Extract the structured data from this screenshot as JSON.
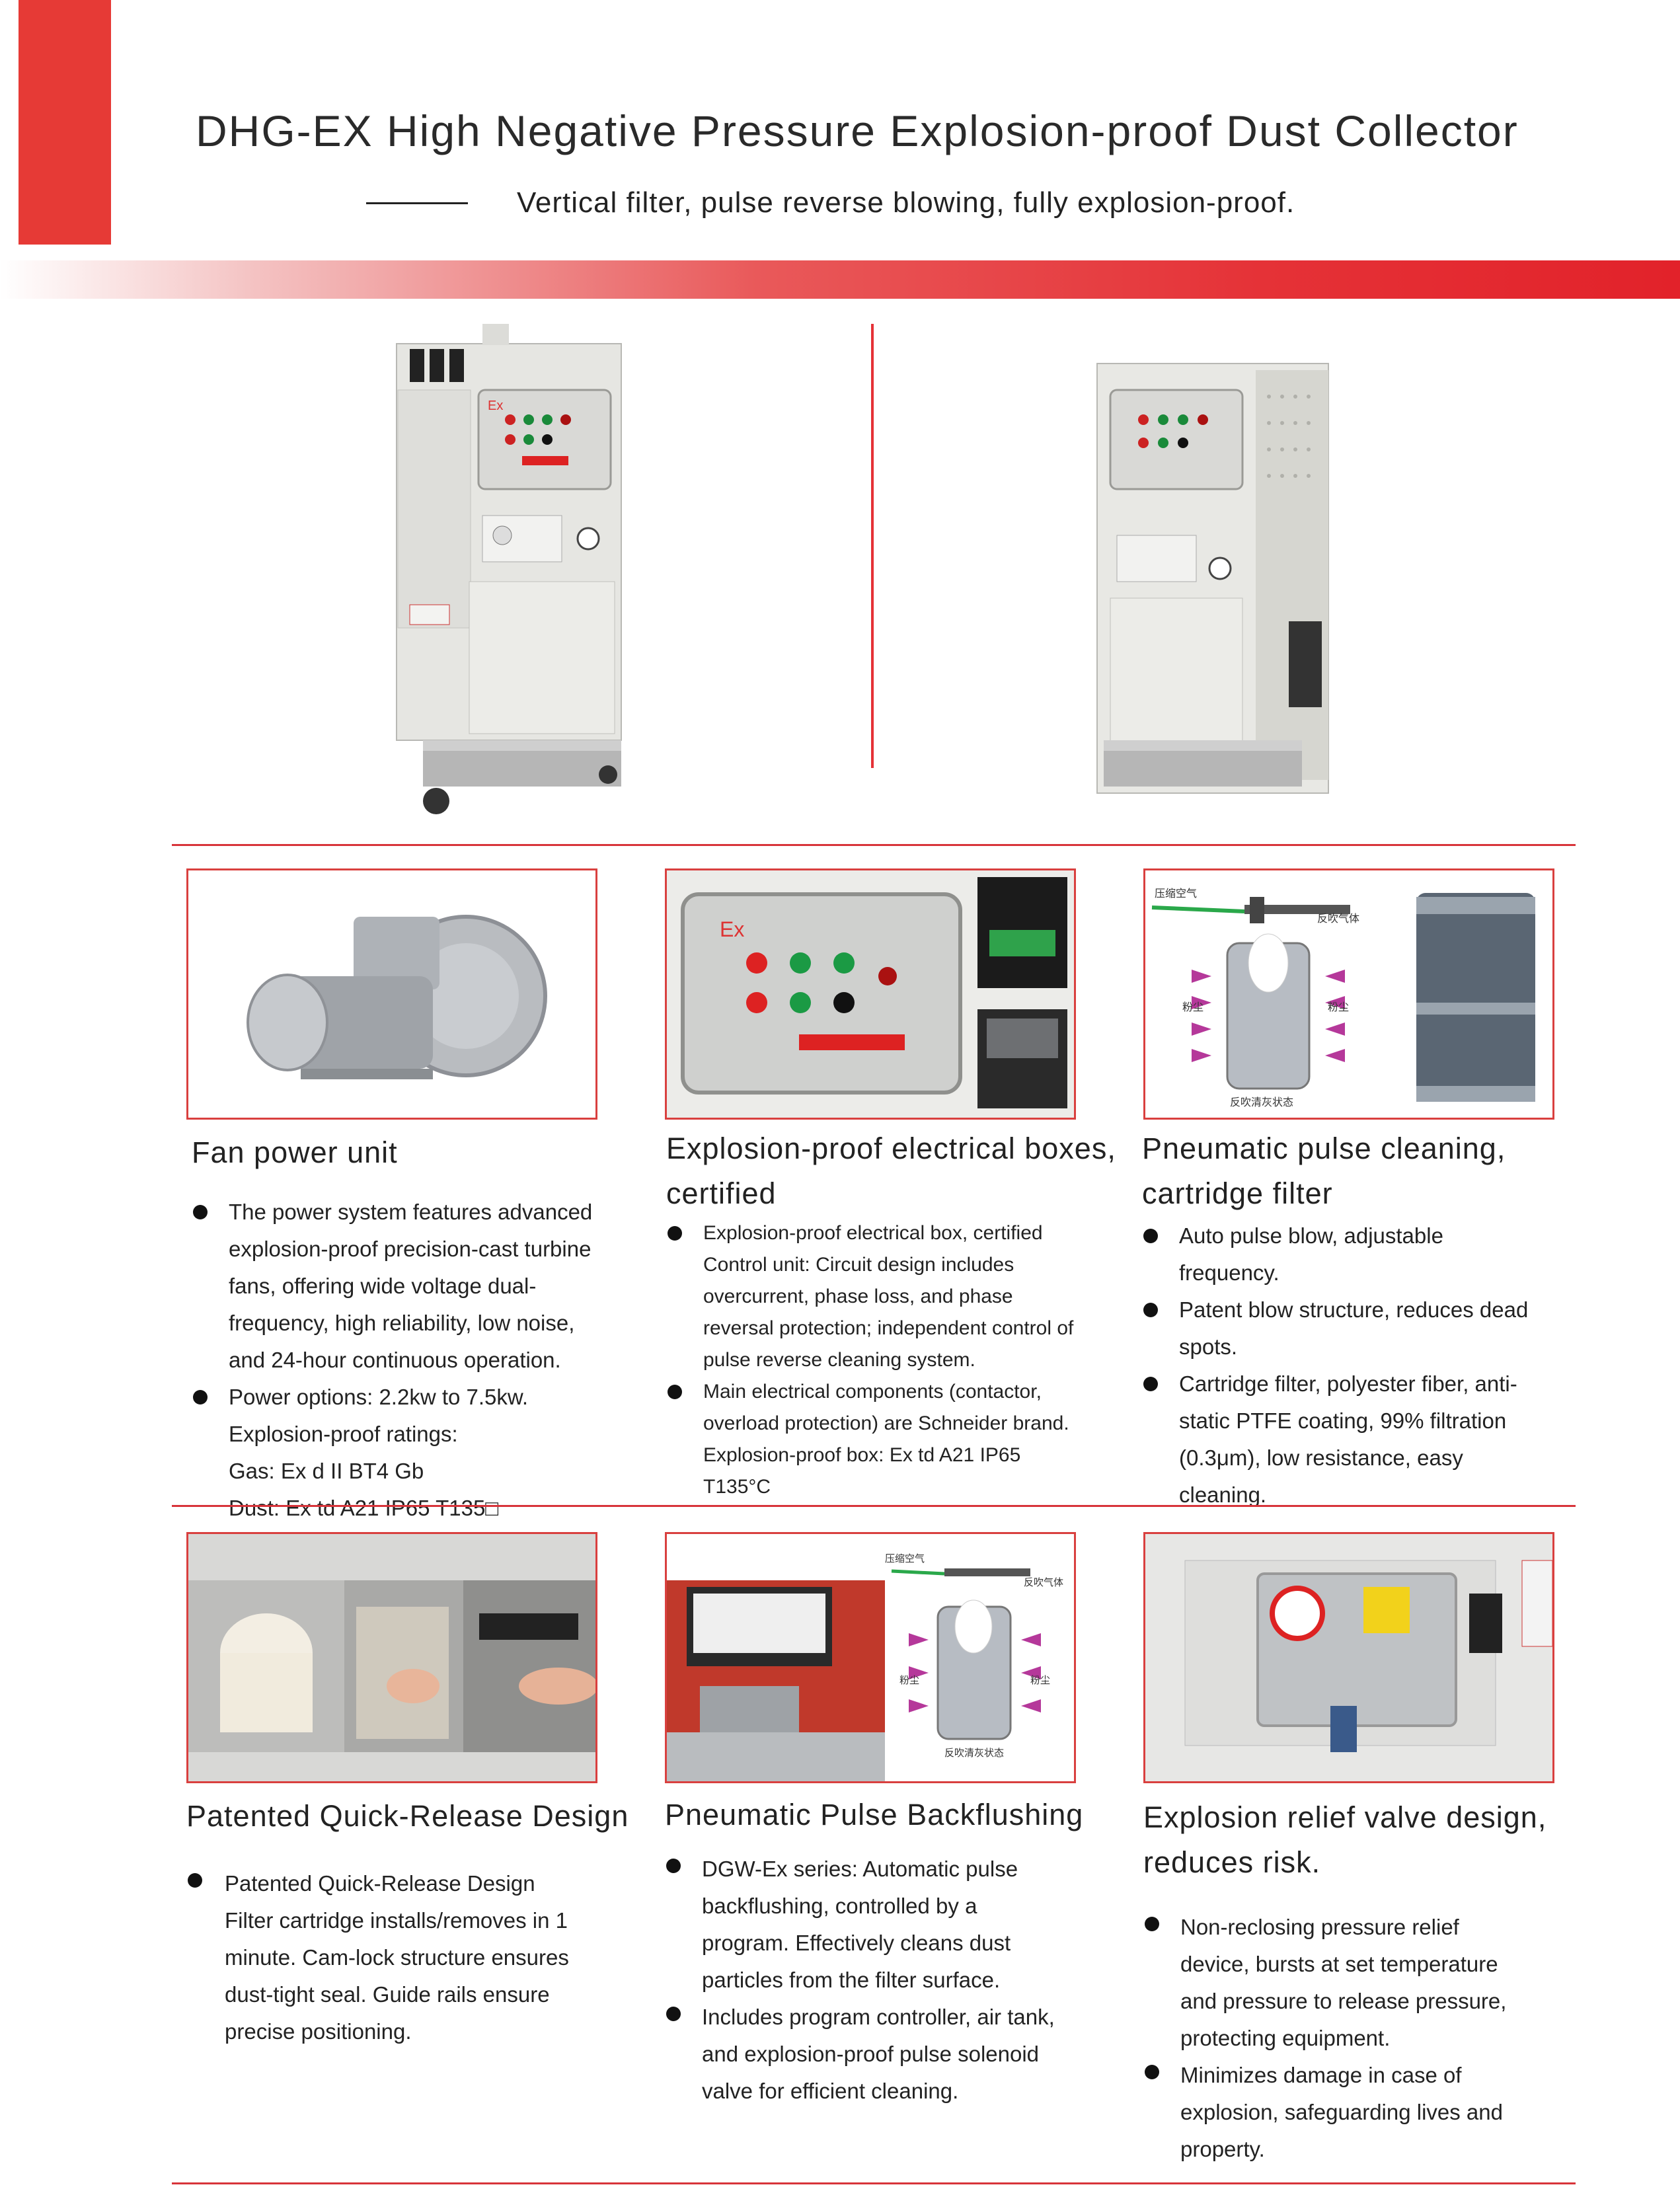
{
  "header": {
    "title": "DHG-EX High Negative Pressure Explosion-proof Dust Collector",
    "subtitle": "Vertical filter, pulse reverse blowing, fully explosion-proof."
  },
  "colors": {
    "accent": "#e53237",
    "frame": "#d9403f",
    "text": "#222222"
  },
  "sections": [
    {
      "title": "Fan power unit",
      "bullets": [
        "The power system features advanced\nexplosion-proof precision-cast turbine\nfans, offering wide voltage dual-\nfrequency, high reliability, low noise,\nand 24-hour continuous operation.",
        "Power options: 2.2kw to 7.5kw.\nExplosion-proof ratings:\nGas: Ex d II BT4 Gb\nDust: Ex td A21 IP65 T135□"
      ]
    },
    {
      "title": "Explosion-proof electrical boxes,\ncertified",
      "bullets": [
        "Explosion-proof electrical box, certified\nControl unit: Circuit design includes\novercurrent, phase loss, and phase\nreversal protection; independent control of\npulse reverse cleaning system.",
        "Main electrical components (contactor,\noverload protection) are Schneider brand.\nExplosion-proof box: Ex td A21 IP65\nT135°C"
      ]
    },
    {
      "title": "Pneumatic pulse cleaning,\ncartridge filter",
      "bullets": [
        "Auto pulse blow, adjustable\nfrequency.",
        "Patent blow structure, reduces dead\nspots.",
        "Cartridge filter, polyester fiber, anti-\nstatic PTFE coating, 99% filtration\n(0.3μm), low resistance, easy\ncleaning."
      ]
    },
    {
      "title": "Patented Quick-Release Design",
      "bullets": [
        "Patented Quick-Release Design\nFilter cartridge installs/removes in 1\nminute. Cam-lock structure ensures\ndust-tight seal. Guide rails ensure\nprecise positioning."
      ]
    },
    {
      "title": "Pneumatic Pulse Backflushing",
      "bullets": [
        "DGW-Ex series: Automatic pulse\nbackflushing, controlled by a\nprogram. Effectively cleans dust\nparticles from the filter surface.",
        "Includes program controller, air tank,\nand explosion-proof pulse solenoid\nvalve for efficient cleaning."
      ]
    },
    {
      "title": "Explosion relief valve design,\nreduces risk.",
      "bullets": [
        "Non-reclosing pressure relief\ndevice, bursts at set temperature\nand pressure to release pressure,\nprotecting equipment.",
        "Minimizes damage in case of\nexplosion, safeguarding lives and\nproperty."
      ]
    }
  ],
  "photo_labels": {
    "ex_mark": "Ex",
    "compressed_air": "压缩空气",
    "reverse_air": "反吹气体",
    "dust": "粉尘",
    "cleaning_state": "反吹清灰状态"
  }
}
